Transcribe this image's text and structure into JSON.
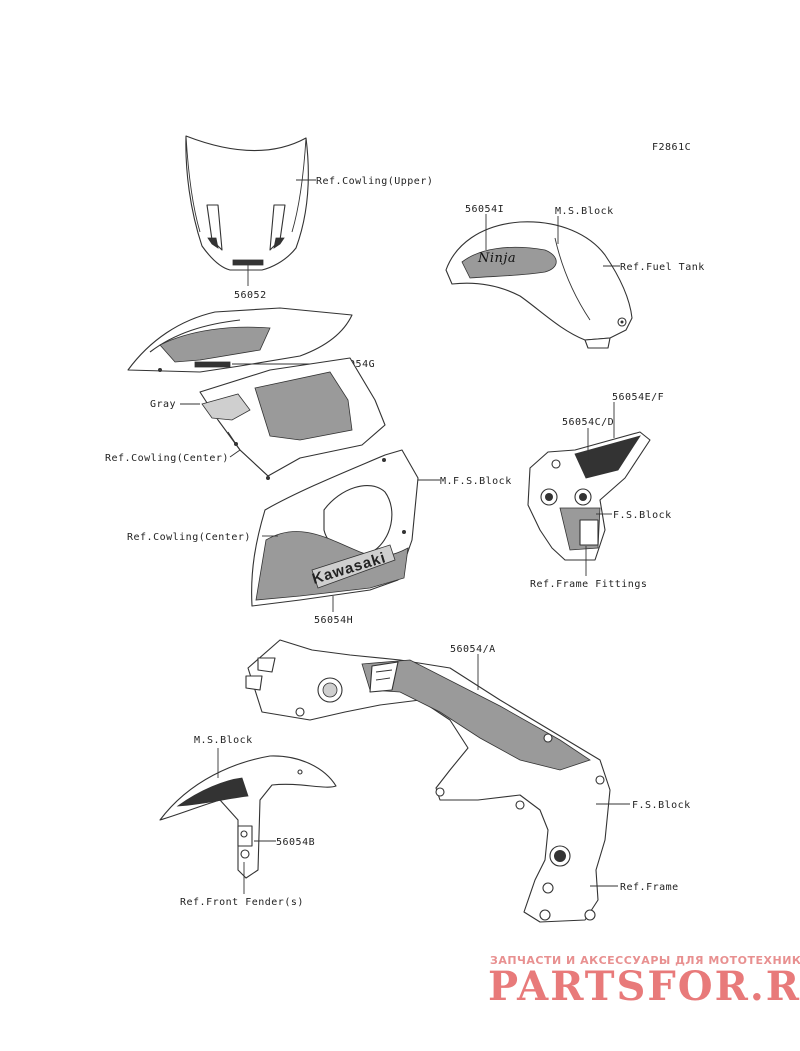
{
  "figure_code": "F2861C",
  "labels": {
    "ref_cowling_upper": "Ref.Cowling(Upper)",
    "p56052": "56052",
    "p56054I": "56054I",
    "ms_block_tank": "M.S.Block",
    "ref_fuel_tank": "Ref.Fuel Tank",
    "p56054G": "56054G",
    "gray": "Gray",
    "ref_cowling_center_1": "Ref.Cowling(Center)",
    "mfs_block": "M.F.S.Block",
    "ref_cowling_center_2": "Ref.Cowling(Center)",
    "p56054H": "56054H",
    "p56054EF": "56054E/F",
    "p56054CD": "56054C/D",
    "fs_block_fittings": "F.S.Block",
    "ref_frame_fittings": "Ref.Frame Fittings",
    "p56054A": "56054/A",
    "ms_block_fender": "M.S.Block",
    "fs_block_frame": "F.S.Block",
    "p56054B": "56054B",
    "ref_frame": "Ref.Frame",
    "ref_front_fender": "Ref.Front Fender(s)"
  },
  "decal_text": {
    "kawasaki": "Kawasaki",
    "ninja": "Ninja"
  },
  "watermark": {
    "tagline": "ЗАПЧАСТИ И АКСЕССУАРЫ ДЛЯ МОТОТЕХНИКИ",
    "brand": "PARTSFOR.RU"
  }
}
